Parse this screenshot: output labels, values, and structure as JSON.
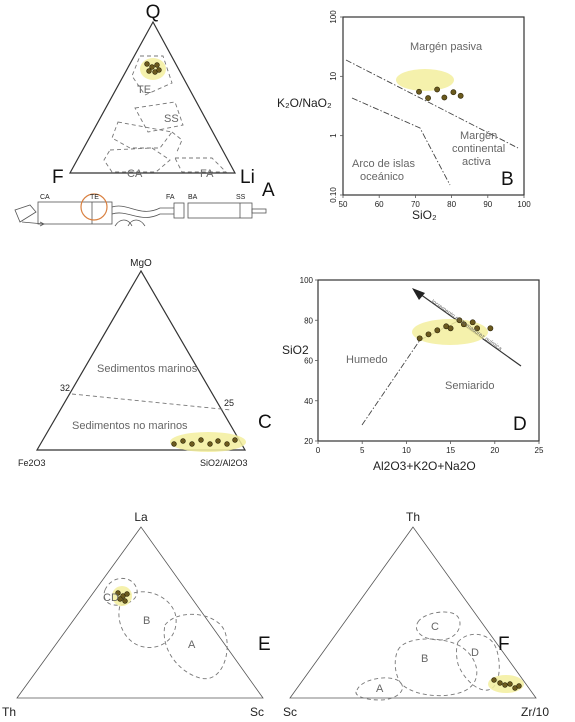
{
  "panels": {
    "A": {
      "letter": "A",
      "apices": {
        "top": "Q",
        "left": "F",
        "right": "Li"
      },
      "fields": [
        "TE",
        "SS",
        "CA",
        "FA"
      ],
      "section_labels": [
        "CA",
        "TE",
        "FA",
        "BA",
        "SS"
      ]
    },
    "B": {
      "letter": "B",
      "ylabel": "K₂O/NaO₂",
      "xlabel": "SiO₂",
      "x_ticks": [
        "50",
        "60",
        "70",
        "80",
        "90",
        "100"
      ],
      "y_ticks": [
        "100",
        "10",
        "1",
        "0.10"
      ],
      "regions": {
        "passive": "Margén pasiva",
        "active_1": "Margén",
        "active_2": "continental",
        "active_3": "activa",
        "arc_1": "Arco de islas",
        "arc_2": "oceánico"
      }
    },
    "C": {
      "letter": "C",
      "apices": {
        "top": "MgO",
        "left": "Fe2O3",
        "right": "SiO2/Al2O3"
      },
      "line_labels": {
        "left": "32",
        "right": "25"
      },
      "regions": {
        "marine": "Sedimentos marinos",
        "nonmarine": "Sedimentos no marinos"
      }
    },
    "D": {
      "letter": "D",
      "ylabel": "SiO2",
      "xlabel": "Al2O3+K2O+Na2O",
      "x_ticks": [
        "0",
        "5",
        "10",
        "15",
        "20",
        "25"
      ],
      "y_ticks": [
        "20",
        "40",
        "60",
        "80",
        "100"
      ],
      "regions": {
        "humid": "Humedo",
        "semiarid": "Semiarido"
      },
      "arrow_label": "Incremento en la madurez química"
    },
    "E": {
      "letter": "E",
      "apices": {
        "top": "La",
        "left": "Th",
        "right": "Sc"
      },
      "fields": [
        "CD",
        "B",
        "A"
      ]
    },
    "F": {
      "letter": "F",
      "apices": {
        "top": "Th",
        "left": "Sc",
        "right": "Zr/10"
      },
      "fields": [
        "C",
        "B",
        "D",
        "A"
      ]
    }
  },
  "chart_data": [
    {
      "type": "scatter",
      "panel": "B",
      "xlabel": "SiO₂",
      "ylabel": "K₂O/NaO₂",
      "xlim": [
        50,
        100
      ],
      "ylim": [
        0.1,
        100
      ],
      "yscale": "log",
      "x": [
        71,
        73.5,
        76,
        78,
        80.5,
        82.5
      ],
      "y": [
        5.5,
        4.3,
        6.0,
        4.4,
        5.4,
        4.7
      ]
    },
    {
      "type": "scatter",
      "panel": "D",
      "xlabel": "Al2O3+K2O+Na2O",
      "ylabel": "SiO2",
      "xlim": [
        0,
        25
      ],
      "ylim": [
        20,
        100
      ],
      "x": [
        11.5,
        12.5,
        13.5,
        14.5,
        15,
        16,
        16.5,
        17.5,
        18,
        19.5
      ],
      "y": [
        71,
        73,
        75,
        77,
        76,
        80,
        78,
        79,
        76,
        76
      ]
    }
  ]
}
